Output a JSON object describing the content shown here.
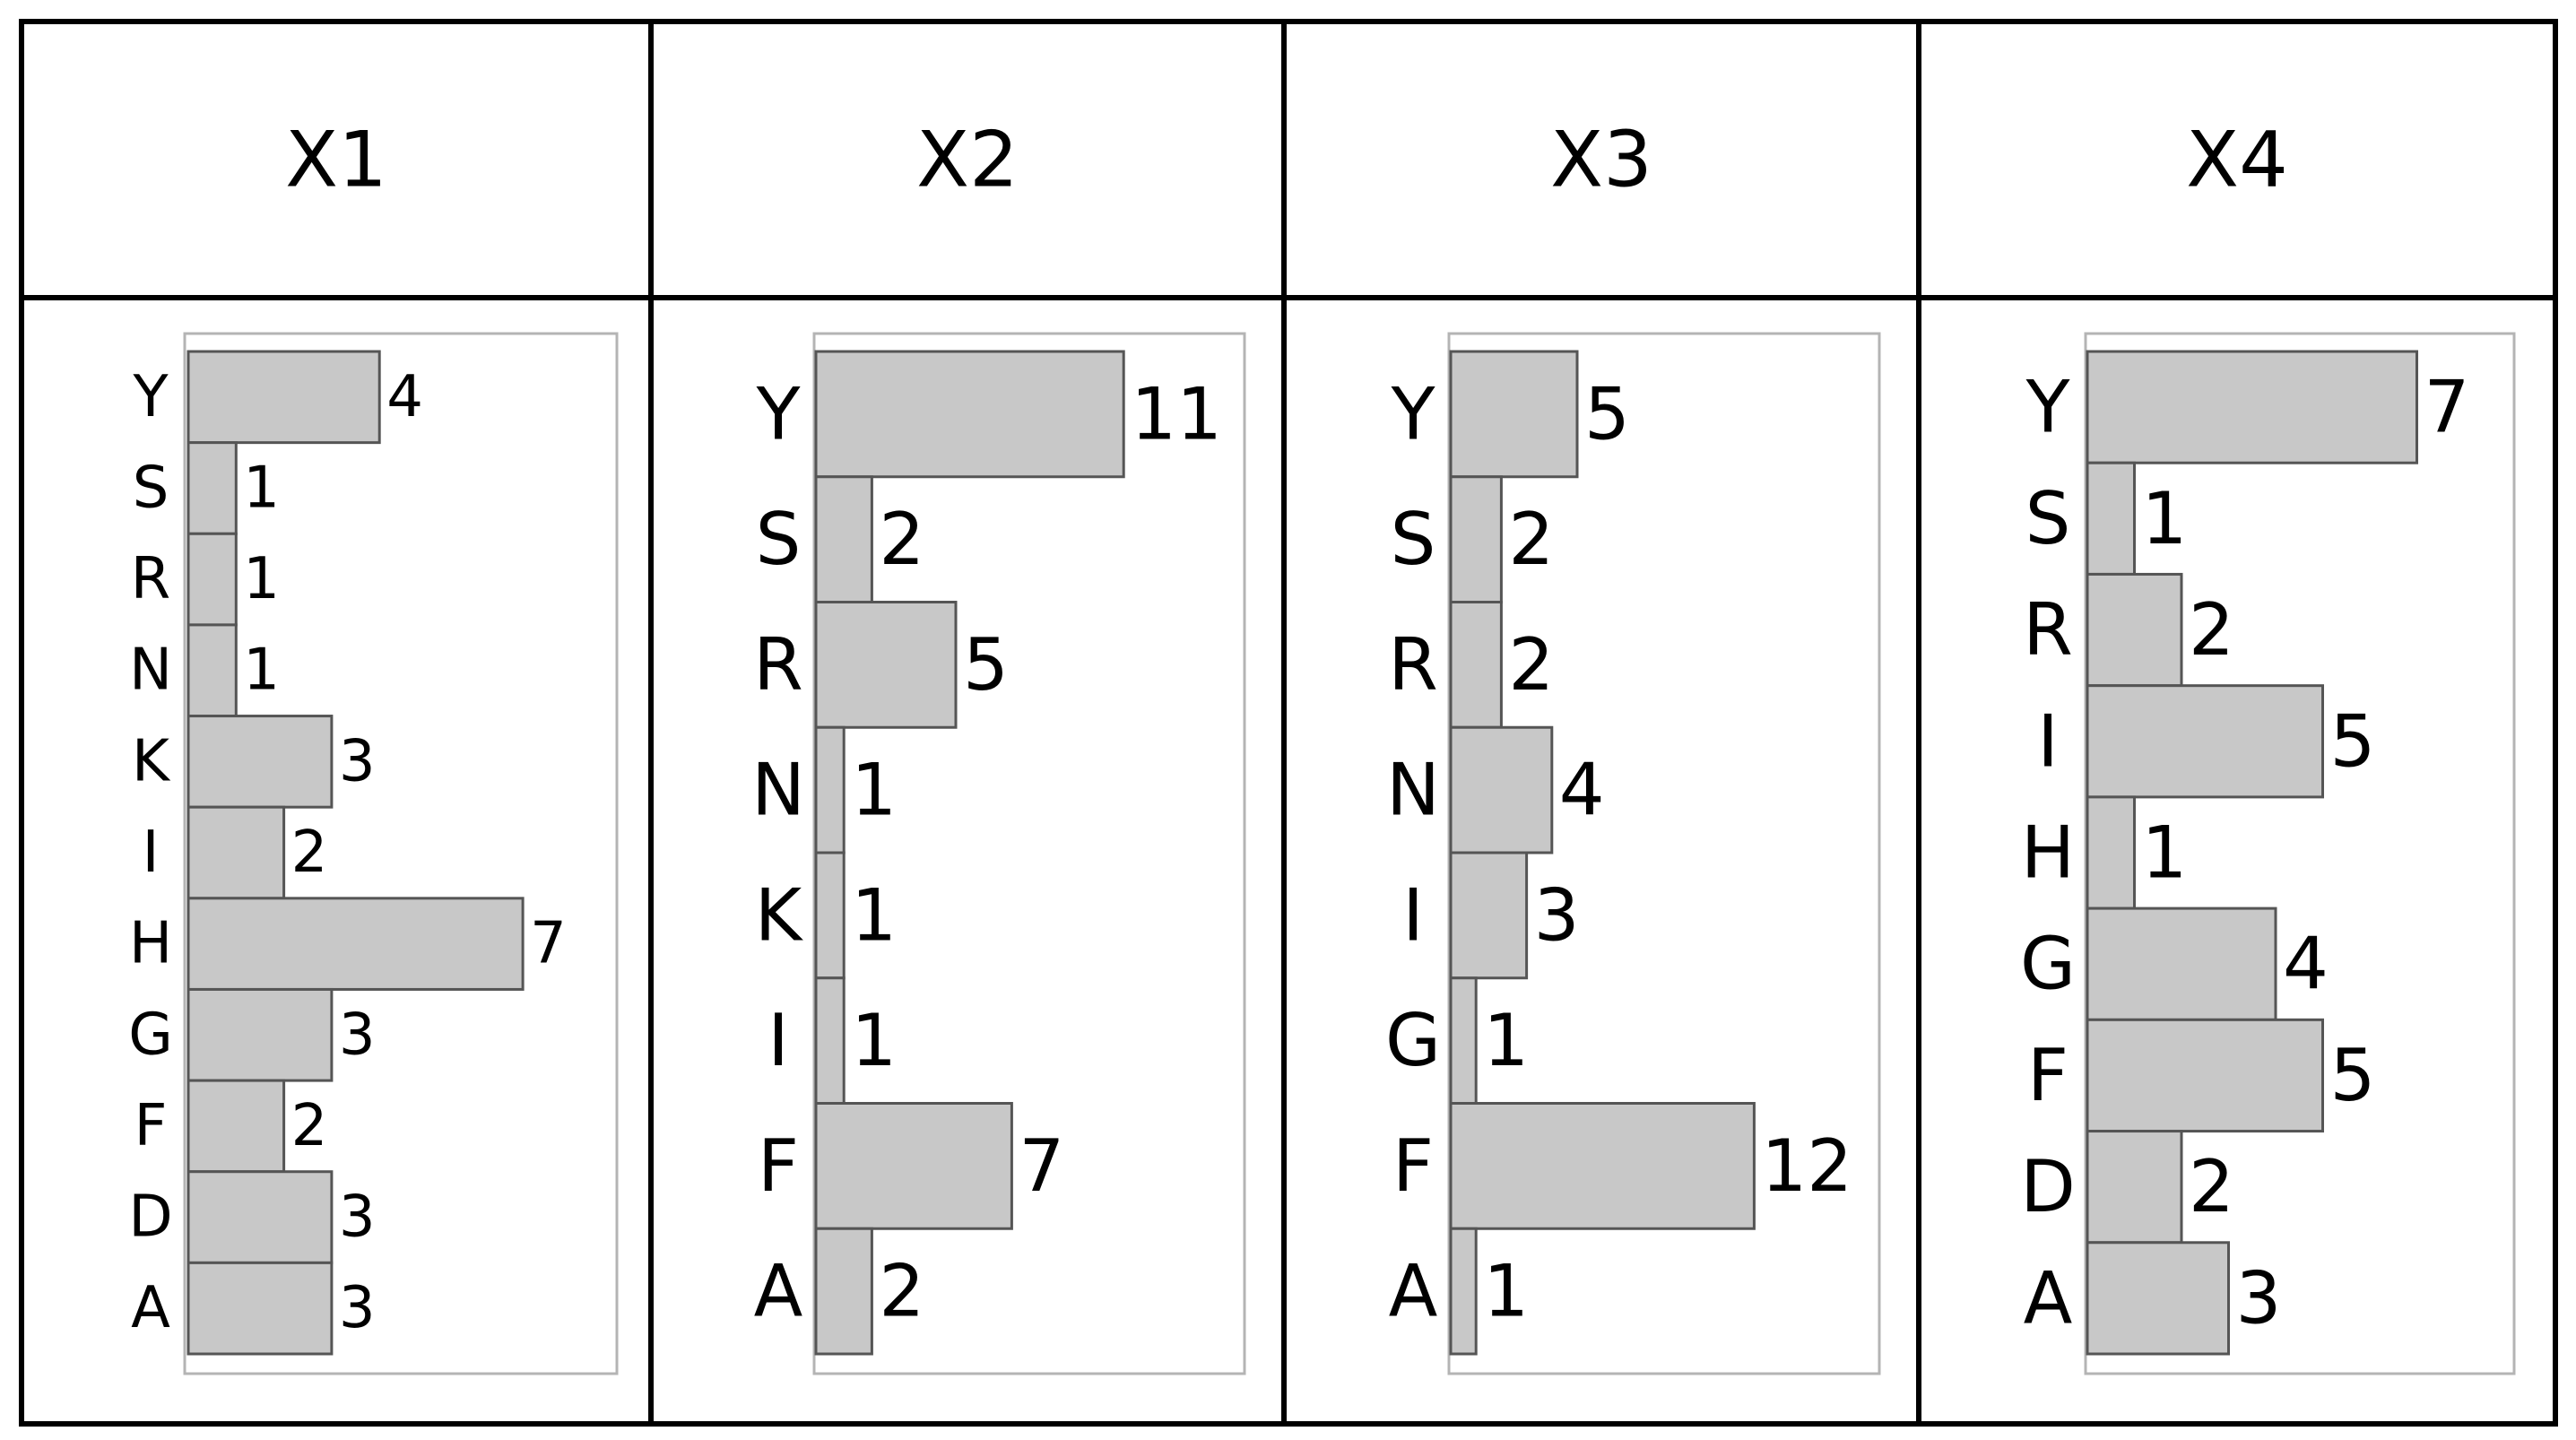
{
  "colors": {
    "bar_fill": "#c8c8c8",
    "bar_stroke": "#555555",
    "plot_frame": "#b4b4b4",
    "table_border": "#000000",
    "text": "#000000"
  },
  "table": {
    "headers": [
      "X1",
      "X2",
      "X3",
      "X4"
    ]
  },
  "chart_data": [
    {
      "type": "bar",
      "orientation": "horizontal",
      "categories": [
        "Y",
        "S",
        "R",
        "N",
        "K",
        "I",
        "H",
        "G",
        "F",
        "D",
        "A"
      ],
      "values": [
        4,
        1,
        1,
        1,
        3,
        2,
        7,
        3,
        2,
        3,
        3
      ],
      "data_labels": [
        "4",
        "1",
        "1",
        "1",
        "3",
        "2",
        "7",
        "3",
        "2",
        "3",
        "3"
      ],
      "grid": false,
      "legend": "none"
    },
    {
      "type": "bar",
      "orientation": "horizontal",
      "categories": [
        "Y",
        "S",
        "R",
        "N",
        "K",
        "I",
        "F",
        "A"
      ],
      "values": [
        11,
        2,
        5,
        1,
        1,
        1,
        7,
        2
      ],
      "data_labels": [
        "11",
        "2",
        "5",
        "1",
        "1",
        "1",
        "7",
        "2"
      ],
      "grid": false,
      "legend": "none"
    },
    {
      "type": "bar",
      "orientation": "horizontal",
      "categories": [
        "Y",
        "S",
        "R",
        "N",
        "I",
        "G",
        "F",
        "A"
      ],
      "values": [
        5,
        2,
        2,
        4,
        3,
        1,
        12,
        1
      ],
      "data_labels": [
        "5",
        "2",
        "2",
        "4",
        "3",
        "1",
        "12",
        "1"
      ],
      "grid": false,
      "legend": "none"
    },
    {
      "type": "bar",
      "orientation": "horizontal",
      "categories": [
        "Y",
        "S",
        "R",
        "I",
        "H",
        "G",
        "F",
        "D",
        "A"
      ],
      "values": [
        7,
        1,
        2,
        5,
        1,
        4,
        5,
        2,
        3
      ],
      "data_labels": [
        "7",
        "1",
        "2",
        "5",
        "1",
        "4",
        "5",
        "2",
        "3"
      ],
      "grid": false,
      "legend": "none"
    }
  ]
}
